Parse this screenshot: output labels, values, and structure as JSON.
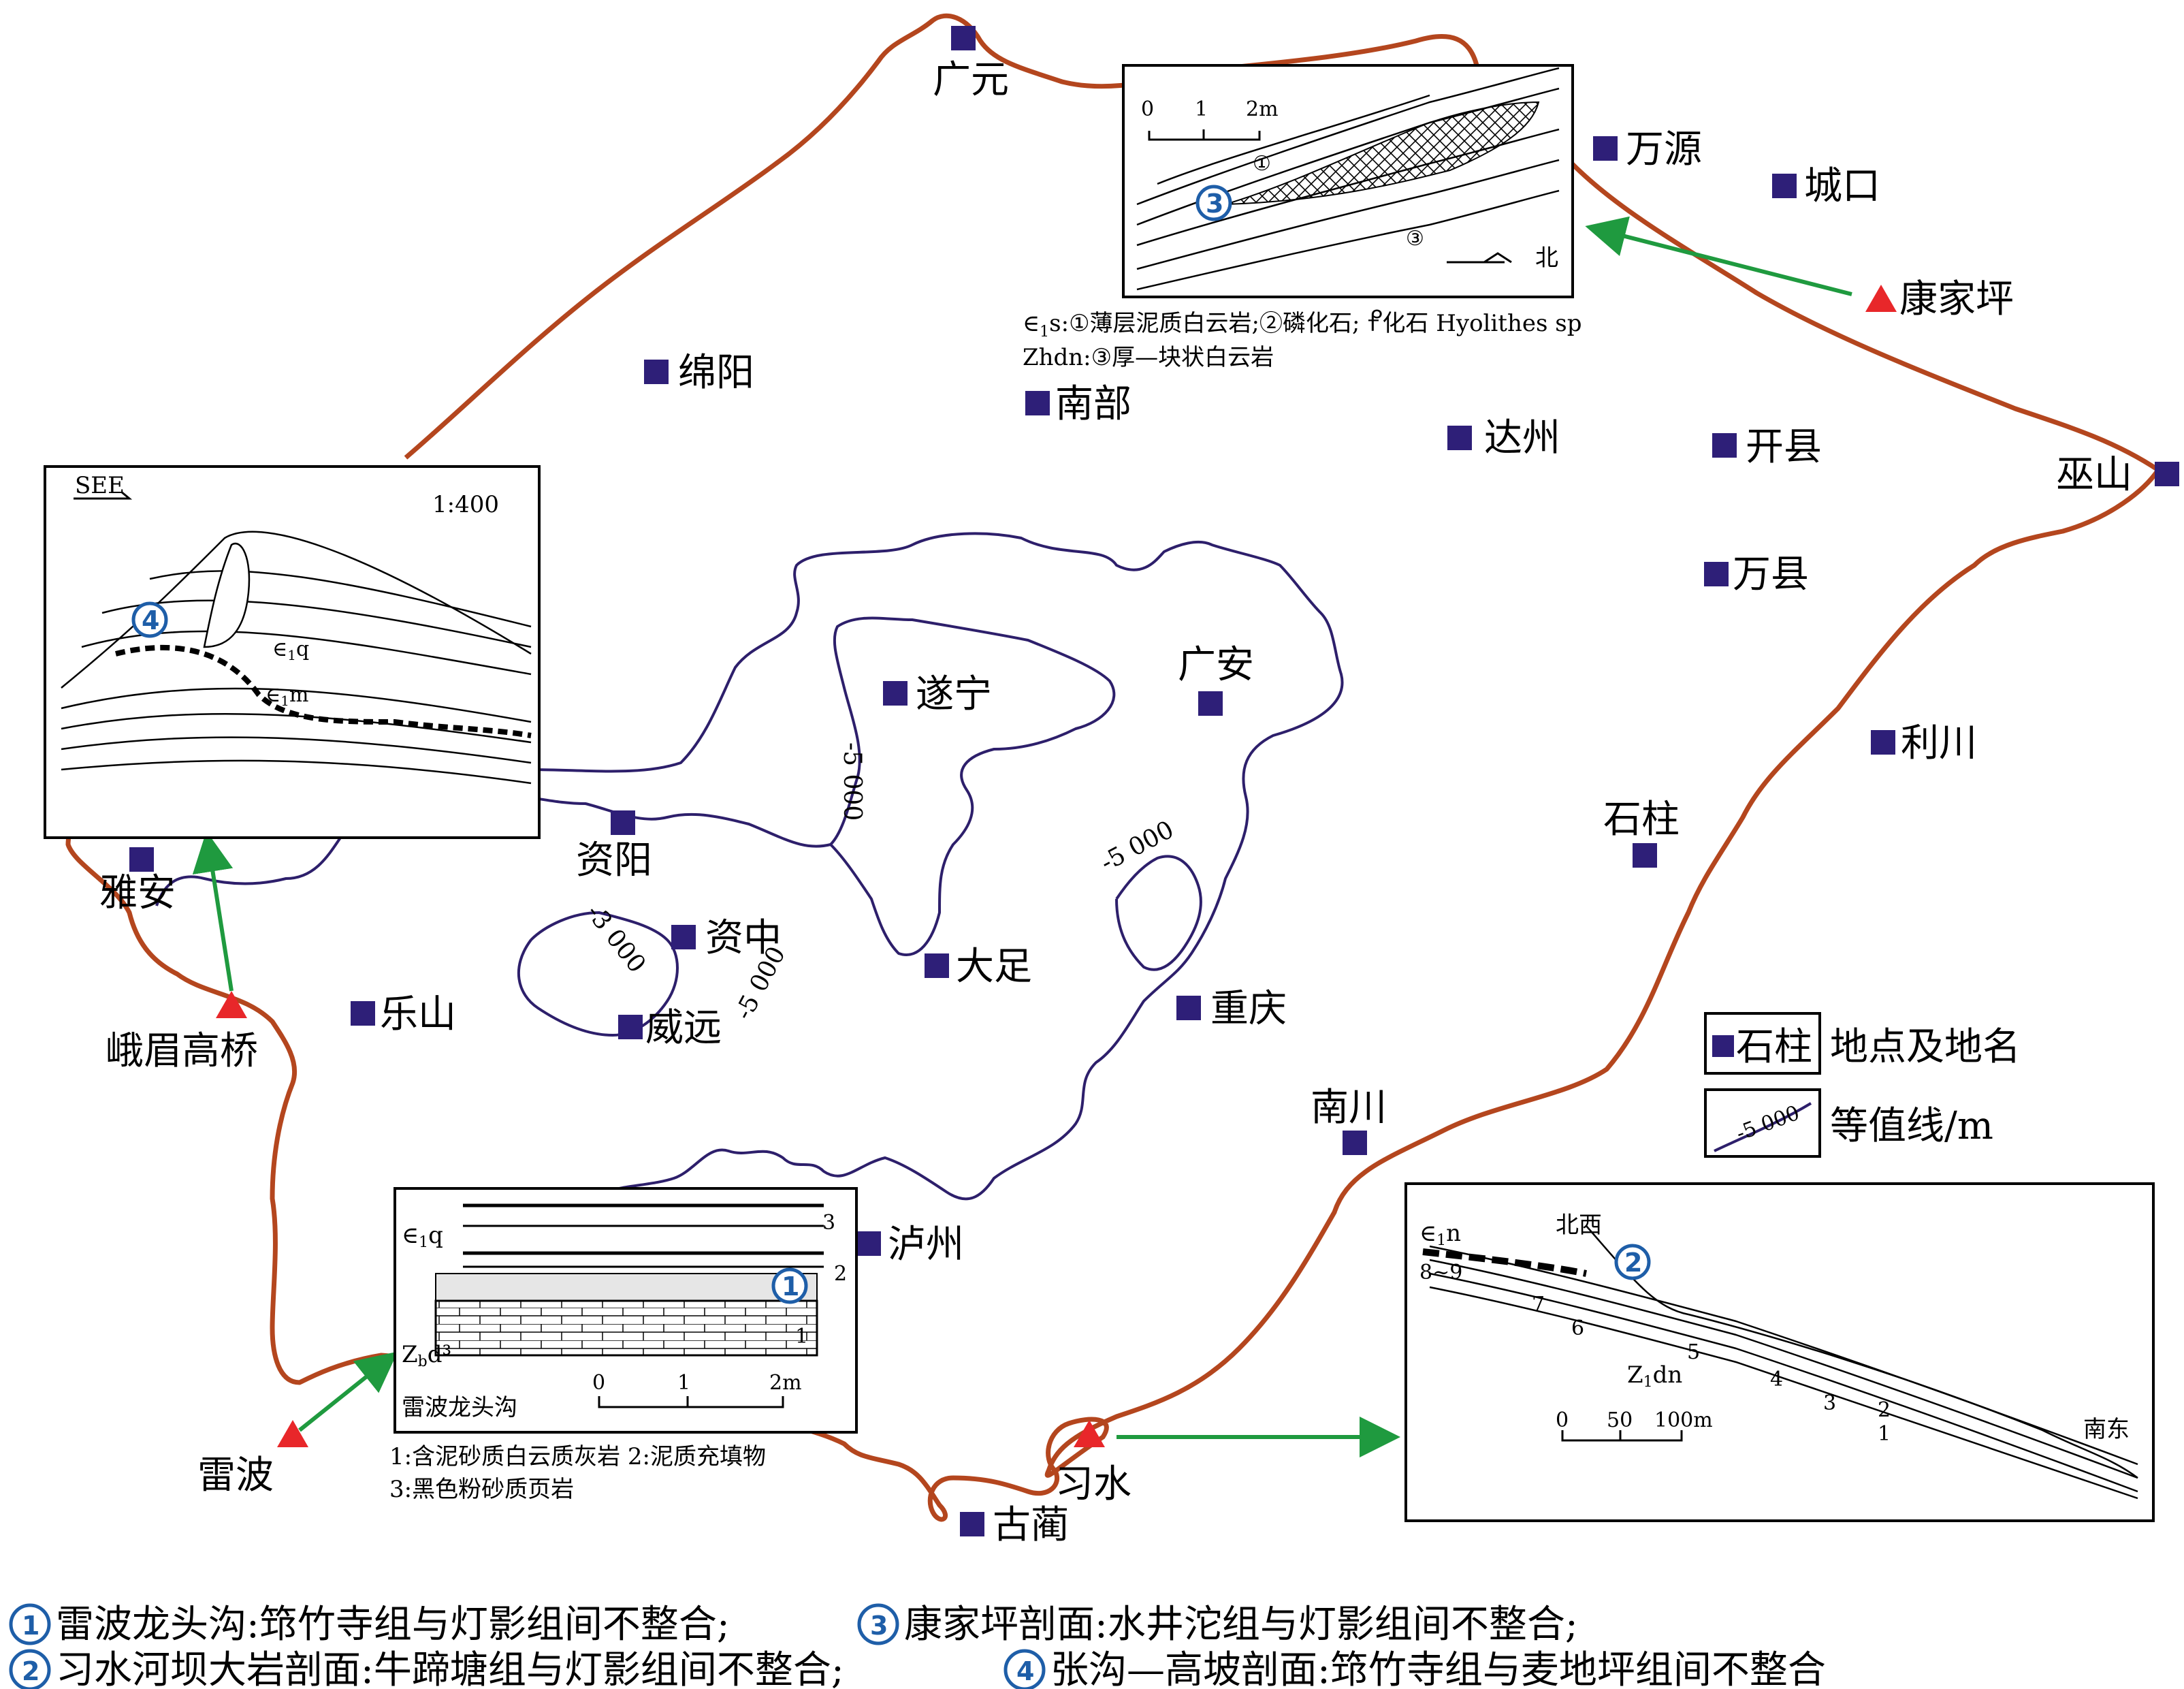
{
  "colors": {
    "boundary": "#b4461e",
    "isoline": "#2d1f6b",
    "town_marker": "#2e1f78",
    "section_marker": "#e8272a",
    "arrow": "#1f9a3f",
    "circle": "#1e5ea8"
  },
  "towns": [
    {
      "name": "广元"
    },
    {
      "name": "万源"
    },
    {
      "name": "城口"
    },
    {
      "name": "绵阳"
    },
    {
      "name": "南部"
    },
    {
      "name": "达州"
    },
    {
      "name": "开县"
    },
    {
      "name": "巫山"
    },
    {
      "name": "万县"
    },
    {
      "name": "广安"
    },
    {
      "name": "遂宁"
    },
    {
      "name": "利川"
    },
    {
      "name": "石柱"
    },
    {
      "name": "雅安"
    },
    {
      "name": "资阳"
    },
    {
      "name": "资中"
    },
    {
      "name": "大足"
    },
    {
      "name": "乐山"
    },
    {
      "name": "威远"
    },
    {
      "name": "重庆"
    },
    {
      "name": "南川"
    },
    {
      "name": "泸州"
    },
    {
      "name": "古蔺"
    }
  ],
  "sections": [
    {
      "name": "康家坪"
    },
    {
      "name": "峨眉高桥"
    },
    {
      "name": "雷波"
    },
    {
      "name": "习水"
    }
  ],
  "isolines": [
    "-5 000",
    "-5 000",
    "-3 000",
    "-5 000"
  ],
  "legend": {
    "town_sample": "石柱",
    "town_label": "地点及地名",
    "iso_sample": "-5 000",
    "iso_label": "等值线/m"
  },
  "inset_kangjiaping": {
    "scale_ticks": [
      "0",
      "1",
      "2m"
    ],
    "circle": "3",
    "unit_1": "①",
    "unit_3": "③",
    "north": "北",
    "note_1_prefix": "∈",
    "note_1_sub": "1",
    "note_1_text": "s:①薄层泥质白云岩;②磷化石;  ",
    "note_1_fossil": "化石 Hyolithes sp",
    "note_2": "Zhdn:③厚—块状白云岩"
  },
  "inset_emei": {
    "direction": "SEE",
    "scale": "1:400",
    "circle": "4",
    "unit_upper": "∈",
    "unit_upper_sub": "1",
    "unit_upper_suffix": "q",
    "unit_lower": "∈",
    "unit_lower_sub": "1",
    "unit_lower_suffix": "m"
  },
  "inset_leibo": {
    "unit_top": "∈",
    "unit_top_sub": "1",
    "unit_top_suffix": "q",
    "unit_bottom": "Z",
    "unit_bottom_sub": "b",
    "unit_bottom_suffix": "d³",
    "bed_numbers": [
      "3",
      "2",
      "1"
    ],
    "circle": "1",
    "title": "雷波龙头沟",
    "scale_ticks": [
      "0",
      "1",
      "2m"
    ],
    "note_1": "1:含泥砂质白云质灰岩  2:泥质充填物",
    "note_2": "3:黑色粉砂质页岩"
  },
  "inset_xishui": {
    "unit_top": "∈",
    "unit_top_sub": "1",
    "unit_top_suffix": "n",
    "unit_bottom": "Z",
    "unit_bottom_sub": "1",
    "unit_bottom_suffix": "dn",
    "direction_left": "北西",
    "direction_right": "南东",
    "circle": "2",
    "bed_numbers": [
      "8~9",
      "7",
      "6",
      "5",
      "4",
      "3",
      "2",
      "1"
    ],
    "scale_ticks": [
      "0",
      "50",
      "100m"
    ]
  },
  "captions": [
    {
      "num": "1",
      "text": "雷波龙头沟:筇竹寺组与灯影组间不整合;"
    },
    {
      "num": "3",
      "text": "康家坪剖面:水井沱组与灯影组间不整合;"
    },
    {
      "num": "2",
      "text": "习水河坝大岩剖面:牛蹄塘组与灯影组间不整合;"
    },
    {
      "num": "4",
      "text": "张沟—高坡剖面:筇竹寺组与麦地坪组间不整合"
    }
  ]
}
